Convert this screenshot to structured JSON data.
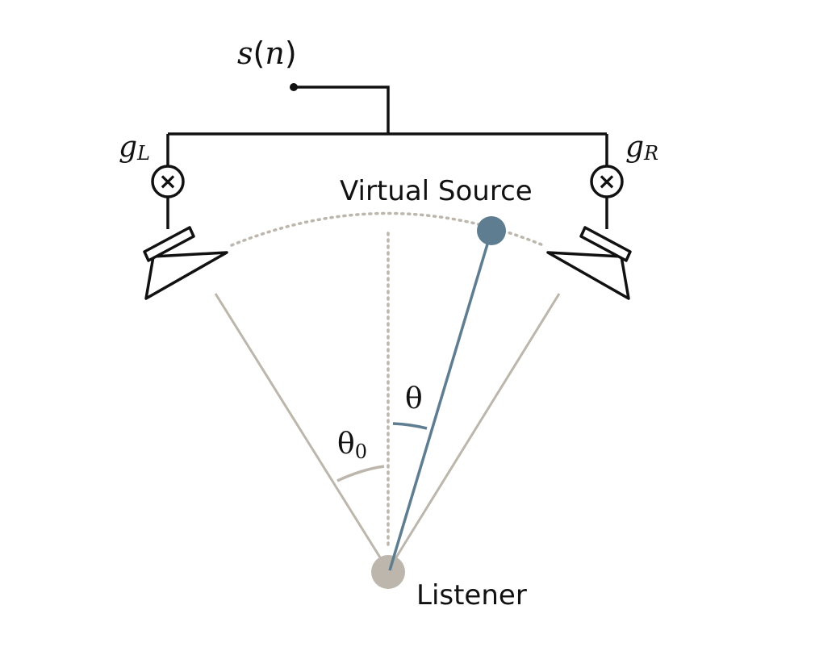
{
  "signal": {
    "name": "s",
    "arg": "n",
    "open": "(",
    "close": ")"
  },
  "gains": {
    "left": {
      "symbol": "g",
      "sub": "L"
    },
    "right": {
      "symbol": "g",
      "sub": "R"
    }
  },
  "multiplier_glyph": "×",
  "labels": {
    "virtual_source": "Virtual Source",
    "listener": "Listener",
    "theta": "θ",
    "theta0": "θ",
    "theta0_sub": "0"
  },
  "colors": {
    "line": "#111111",
    "speaker_ray": "#bcb6ad",
    "listener_dot": "#bcb6ad",
    "source": "#5e7d90",
    "dotted": "#bcb6ad"
  },
  "icons": [
    "speaker-icon",
    "multiplier-icon",
    "terminal-dot-icon"
  ]
}
